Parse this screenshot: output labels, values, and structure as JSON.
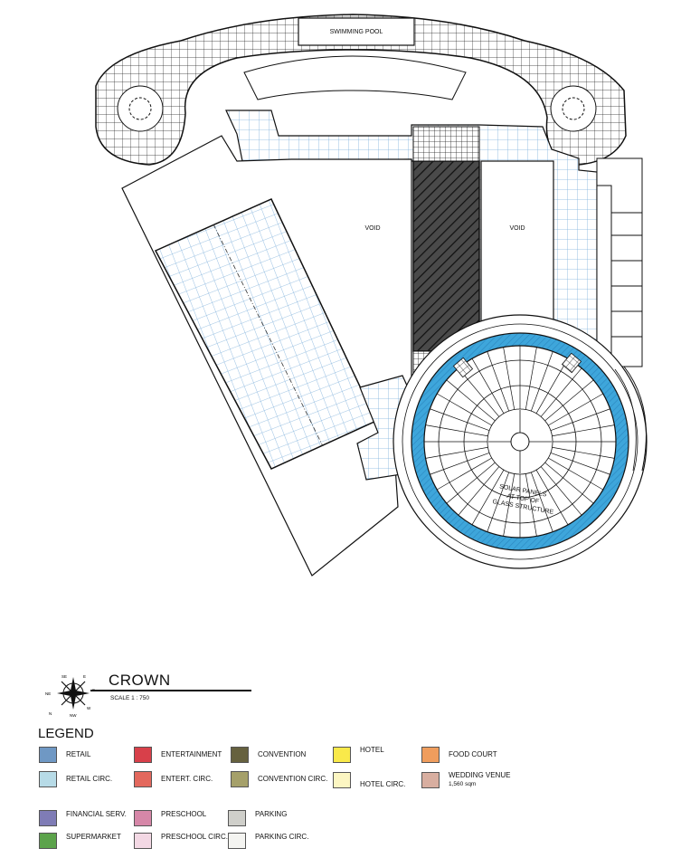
{
  "plan": {
    "labels": {
      "swimming_pool": "SWIMMING POOL",
      "void_left": "VOID",
      "void_right": "VOID",
      "solar_1": "SOLAR PANELS",
      "solar_2": "AT TOP OF",
      "solar_3": "GLASS STRUCTURE"
    },
    "compass": {
      "n": "N",
      "s": "S",
      "e": "E",
      "w": "W",
      "se": "SE",
      "nw": "NW",
      "ne": "NE"
    }
  },
  "title": "CROWN",
  "scale": "SCALE 1 : 750",
  "legend": {
    "title": "LEGEND",
    "items": [
      {
        "label": "RETAIL",
        "color": "#6f98c4"
      },
      {
        "label": "RETAIL CIRC.",
        "color": "#b7dbe7"
      },
      {
        "label": "ENTERTAINMENT",
        "color": "#d8404a"
      },
      {
        "label": "ENTERT. CIRC.",
        "color": "#e3685d"
      },
      {
        "label": "CONVENTION",
        "color": "#66613f"
      },
      {
        "label": "CONVENTION CIRC.",
        "color": "#a5a06a"
      },
      {
        "label": "HOTEL",
        "color": "#f9e94a"
      },
      {
        "label": "HOTEL CIRC.",
        "color": "#fcf6c2"
      },
      {
        "label": "FOOD COURT",
        "color": "#ef9d5d"
      },
      {
        "label": "WEDDING VENUE",
        "sub": "1,560 sqm",
        "color": "#d8aea0"
      },
      {
        "label": "FINANCIAL SERV.",
        "color": "#7f7cb6"
      },
      {
        "label": "SUPERMARKET",
        "color": "#5ca34b"
      },
      {
        "label": "PRESCHOOL",
        "color": "#d687a8"
      },
      {
        "label": "PRESCHOOL CIRC.",
        "color": "#f3d8e4"
      },
      {
        "label": "PARKING",
        "color": "#cfcfca"
      },
      {
        "label": "PARKING CIRC.",
        "color": "#f4f4f1"
      }
    ]
  }
}
